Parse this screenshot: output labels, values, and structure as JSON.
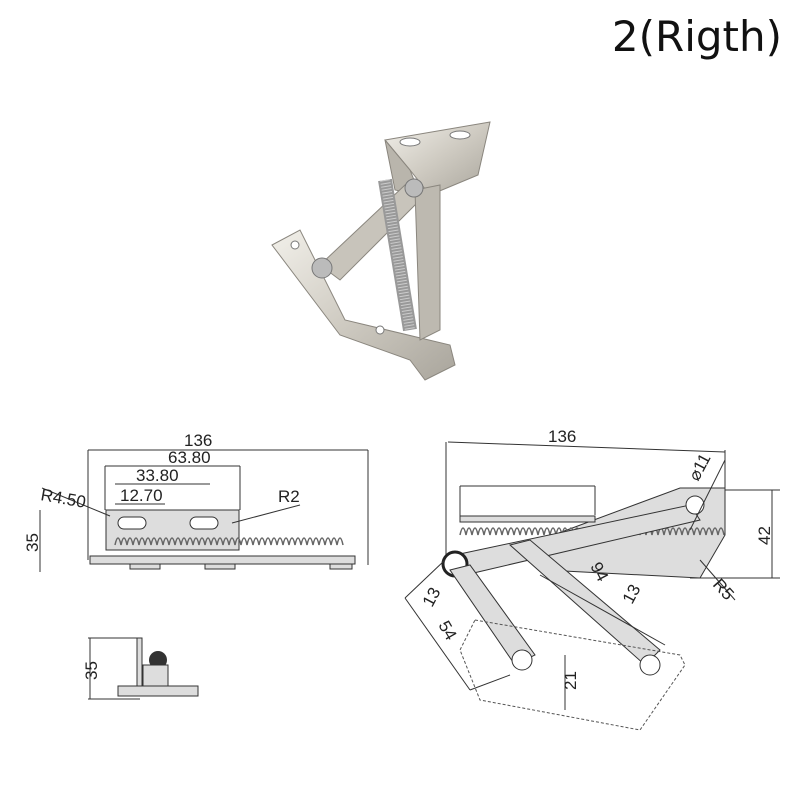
{
  "title": "2(Rigth)",
  "side_view": {
    "overall_length": "136",
    "slot_span": "63.80",
    "slot_pitch": "33.80",
    "slot_length": "12.70",
    "slot_radius": "R4.50",
    "small_radius": "R2",
    "height": "35"
  },
  "end_view": {
    "height": "35"
  },
  "open_view": {
    "overall_length": "136",
    "pivot_diameter": "⌀11",
    "height": "42",
    "arm_length": "94",
    "corner_radius": "R5",
    "arm_width_right": "13",
    "arm_width_left": "13",
    "arm_span": "54",
    "plate_offset": "21"
  },
  "colors": {
    "metal": "#d9d6cf",
    "line": "#333333"
  }
}
